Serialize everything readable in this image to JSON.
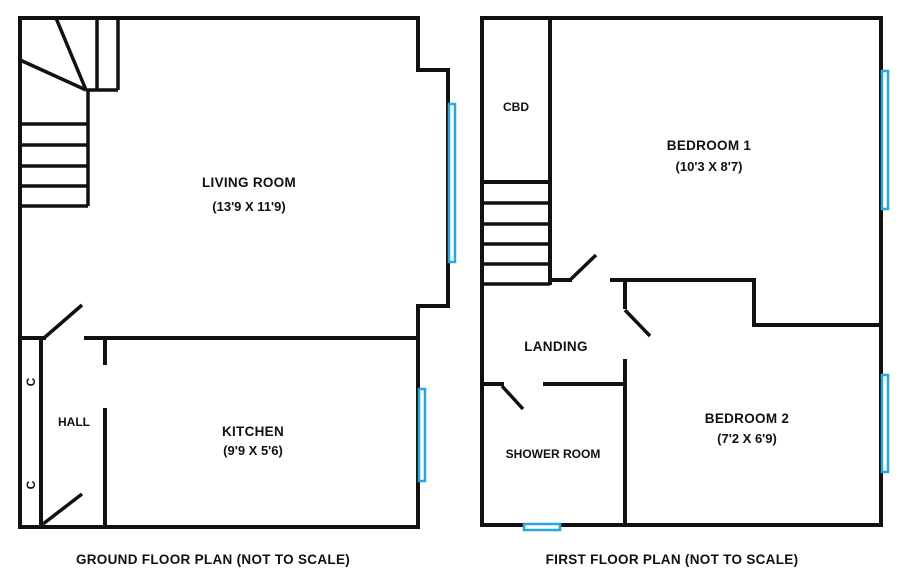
{
  "ground_floor": {
    "caption": "GROUND FLOOR PLAN (NOT TO SCALE)",
    "living_room": {
      "name": "LIVING ROOM",
      "dimensions": "(13'9 X 11'9)"
    },
    "kitchen": {
      "name": "KITCHEN",
      "dimensions": "(9'9 X 5'6)"
    },
    "hall": {
      "name": "HALL"
    },
    "cupboard_top": "C",
    "cupboard_bottom": "C"
  },
  "first_floor": {
    "caption": "FIRST FLOOR PLAN (NOT TO SCALE)",
    "cupboard": "CBD",
    "bedroom1": {
      "name": "BEDROOM 1",
      "dimensions": "(10'3 X 8'7)"
    },
    "bedroom2": {
      "name": "BEDROOM 2",
      "dimensions": "(7'2 X 6'9)"
    },
    "landing": {
      "name": "LANDING"
    },
    "shower_room": {
      "name": "SHOWER ROOM"
    }
  },
  "colors": {
    "wall": "#111111",
    "window": "#29a7d8",
    "background": "#ffffff"
  }
}
